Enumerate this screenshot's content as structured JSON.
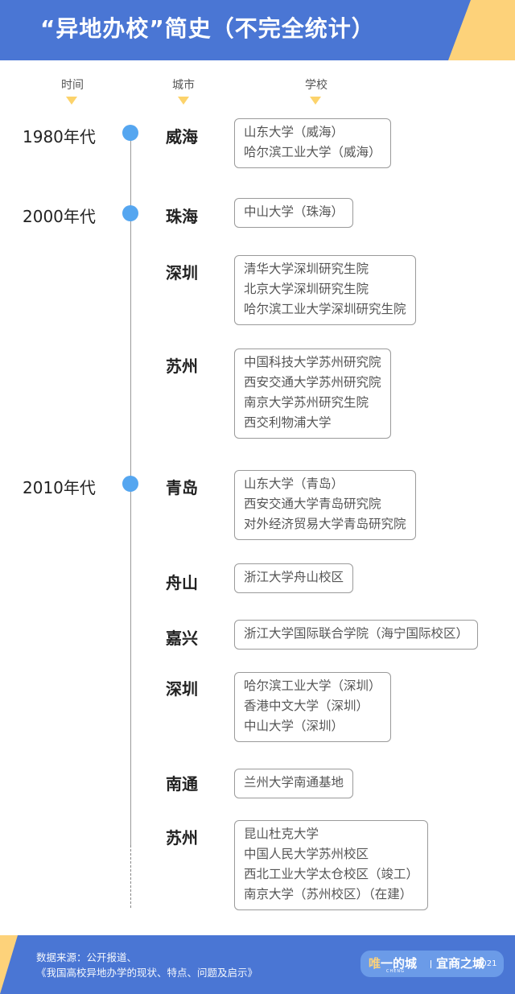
{
  "header": {
    "title": "“异地办校”简史（不完全统计）",
    "colors": {
      "background": "#4a76d4",
      "accent": "#fdd27a"
    }
  },
  "columns": {
    "time": "时间",
    "city": "城市",
    "school": "学校"
  },
  "timeline": {
    "eras": [
      {
        "label": "1980年代"
      },
      {
        "label": "2000年代"
      },
      {
        "label": "2010年代"
      }
    ],
    "entries": [
      {
        "era": "1980年代",
        "city": "威海",
        "schools": [
          "山东大学（威海）",
          "哈尔滨工业大学（威海）"
        ]
      },
      {
        "era": "2000年代",
        "city": "珠海",
        "schools": [
          "中山大学（珠海）"
        ]
      },
      {
        "era": "2000年代",
        "city": "深圳",
        "schools": [
          "清华大学深圳研究生院",
          "北京大学深圳研究生院",
          "哈尔滨工业大学深圳研究生院"
        ]
      },
      {
        "era": "2000年代",
        "city": "苏州",
        "schools": [
          "中国科技大学苏州研究院",
          "西安交通大学苏州研究院",
          "南京大学苏州研究生院",
          "西交利物浦大学"
        ]
      },
      {
        "era": "2010年代",
        "city": "青岛",
        "schools": [
          "山东大学（青岛）",
          "西安交通大学青岛研究院",
          "对外经济贸易大学青岛研究院"
        ]
      },
      {
        "era": "2010年代",
        "city": "舟山",
        "schools": [
          "浙江大学舟山校区"
        ]
      },
      {
        "era": "2010年代",
        "city": "嘉兴",
        "schools": [
          "浙江大学国际联合学院（海宁国际校区）"
        ]
      },
      {
        "era": "2010年代",
        "city": "深圳",
        "schools": [
          "哈尔滨工业大学（深圳）",
          "香港中文大学（深圳）",
          "中山大学（深圳）"
        ]
      },
      {
        "era": "2010年代",
        "city": "南通",
        "schools": [
          "兰州大学南通基地"
        ]
      },
      {
        "era": "2010年代",
        "city": "苏州",
        "schools": [
          "昆山杜克大学",
          "中国人民大学苏州校区",
          "西北工业大学太仓校区（竣工）",
          "南京大学（苏州校区）（在建）"
        ]
      }
    ],
    "colors": {
      "dot": "#55a6f0",
      "line": "#9a9a9a",
      "marker": "#fcd36b"
    }
  },
  "footer": {
    "source_line1": "数据来源：公开报道、",
    "source_line2": "《我国高校异地办学的现状、特点、问题及启示》",
    "badge": {
      "part1_highlight": "唯",
      "part1_rest": "一的城",
      "part1_sub": "CHENG",
      "part2": "宜商之城",
      "year": "2021"
    }
  }
}
